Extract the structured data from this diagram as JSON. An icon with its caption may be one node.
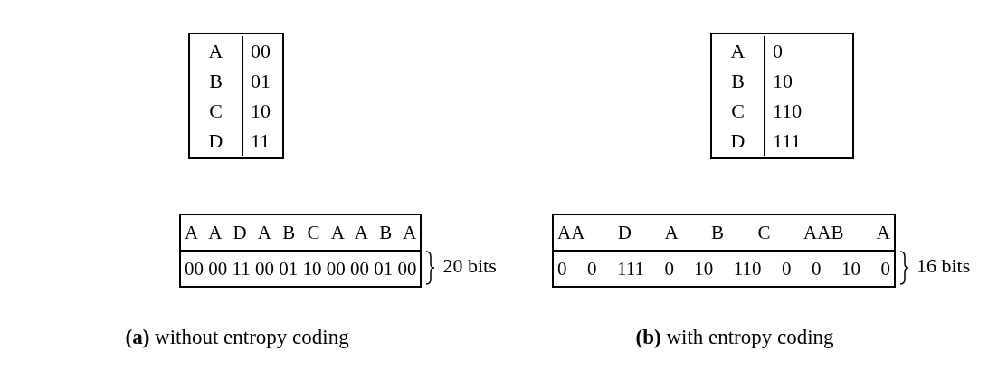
{
  "diagram": {
    "labels": [
      "A",
      "00",
      "B",
      "01",
      "C",
      "10",
      "D",
      "11",
      "A",
      "0",
      "B",
      "10",
      "C",
      "110",
      "D",
      "111",
      "A A D A B C A A B A",
      "00 00 11 00 01 10 00 00 01 00",
      "20 bits",
      "AA D A B C AAB A",
      "0 0 111 0 10 110 0 0 10 0",
      "16 bits",
      "**(a)** without entropy coding",
      "**(b)** with entropy coding"
    ]
  }
}
